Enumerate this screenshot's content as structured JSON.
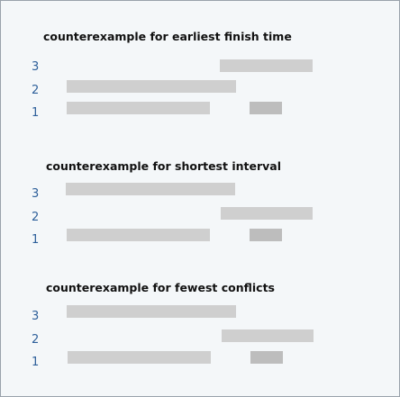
{
  "colors": {
    "bar": "#cfcfcf",
    "bar_short": "#bdbdbd",
    "label": "#2d5f9a",
    "background": "#f4f7f9"
  },
  "panels": [
    {
      "title": "counterexample for earliest finish time",
      "labels": [
        "3",
        "2",
        "1"
      ]
    },
    {
      "title": "counterexample for shortest interval",
      "labels": [
        "3",
        "2",
        "1"
      ]
    },
    {
      "title": "counterexample for fewest conflicts",
      "labels": [
        "3",
        "2",
        "1"
      ]
    }
  ]
}
